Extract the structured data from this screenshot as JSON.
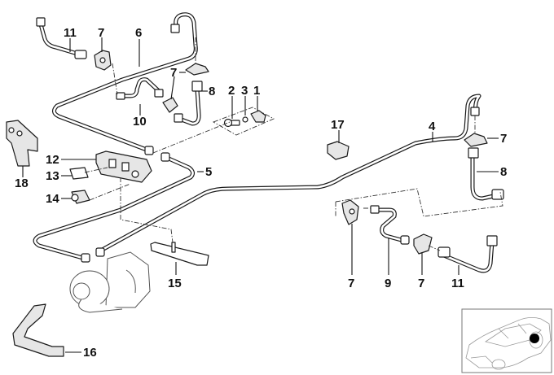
{
  "diagram": {
    "type": "exploded-parts-diagram",
    "subject": "brake pipe / hydraulic unit assembly",
    "callouts": [
      {
        "id": "c1",
        "label": "1"
      },
      {
        "id": "c2",
        "label": "2"
      },
      {
        "id": "c3",
        "label": "3"
      },
      {
        "id": "c4",
        "label": "4"
      },
      {
        "id": "c5",
        "label": "5"
      },
      {
        "id": "c6",
        "label": "6"
      },
      {
        "id": "c7a",
        "label": "7"
      },
      {
        "id": "c7b",
        "label": "7"
      },
      {
        "id": "c7c",
        "label": "7"
      },
      {
        "id": "c7d",
        "label": "7"
      },
      {
        "id": "c7e",
        "label": "7"
      },
      {
        "id": "c8a",
        "label": "8"
      },
      {
        "id": "c8b",
        "label": "8"
      },
      {
        "id": "c9",
        "label": "9"
      },
      {
        "id": "c10",
        "label": "10"
      },
      {
        "id": "c11a",
        "label": "11"
      },
      {
        "id": "c11b",
        "label": "11"
      },
      {
        "id": "c12",
        "label": "12"
      },
      {
        "id": "c13",
        "label": "13"
      },
      {
        "id": "c14",
        "label": "14"
      },
      {
        "id": "c15",
        "label": "15"
      },
      {
        "id": "c16",
        "label": "16"
      },
      {
        "id": "c17",
        "label": "17"
      },
      {
        "id": "c18",
        "label": "18"
      }
    ],
    "locator_thumbnail": {
      "depicts": "car silhouette with position marker",
      "marker_location": "rear wheel area"
    },
    "colors": {
      "line": "#1a1a1a",
      "background": "#ffffff",
      "marker": "#000000"
    }
  }
}
